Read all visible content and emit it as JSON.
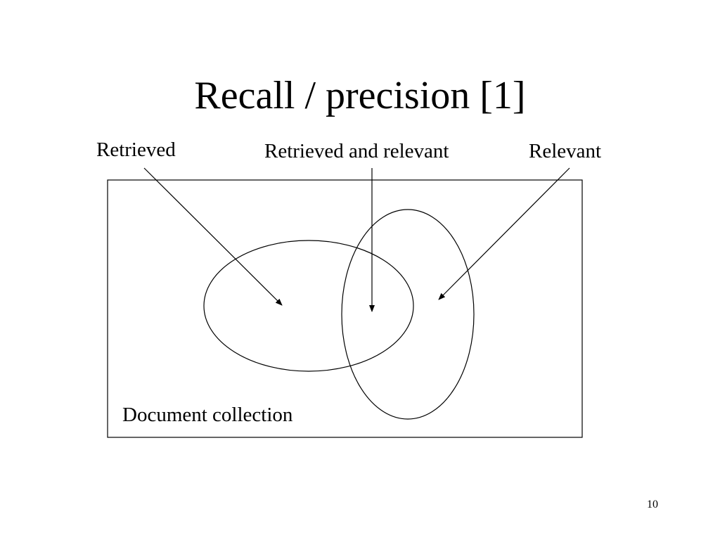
{
  "slide": {
    "title": "Recall / precision [1]",
    "page_number": "10"
  },
  "labels": {
    "retrieved": "Retrieved",
    "retrieved_and_relevant": "Retrieved and relevant",
    "relevant": "Relevant",
    "document_collection": "Document collection"
  }
}
